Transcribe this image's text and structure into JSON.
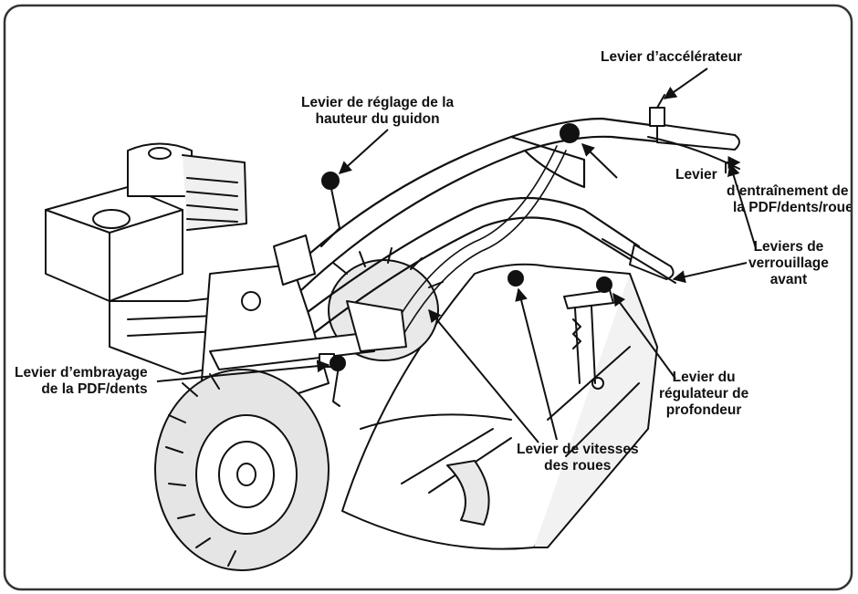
{
  "labels": {
    "throttle": {
      "line1": "Levier d’accélérateur"
    },
    "handlebar_height": {
      "line1": "Levier de réglage de la",
      "line2": "hauteur du guidon"
    },
    "drive": {
      "line1": "Levier",
      "line2": "d’entraînement de",
      "line3": "la PDF/dents/roues"
    },
    "front_locks": {
      "line1": "Leviers de",
      "line2": "verrouillage",
      "line3": "avant"
    },
    "pto_clutch": {
      "line1": "Levier d’embrayage",
      "line2": "de la PDF/dents"
    },
    "depth_regulator": {
      "line1": "Levier du",
      "line2": "régulateur de",
      "line3": "profondeur"
    },
    "wheel_speed": {
      "line1": "Levier de vitesses",
      "line2": "des roues"
    }
  },
  "colors": {
    "ink": "#111111",
    "frame": "#333333",
    "paper": "#ffffff",
    "shade": "#e9e9e9"
  }
}
